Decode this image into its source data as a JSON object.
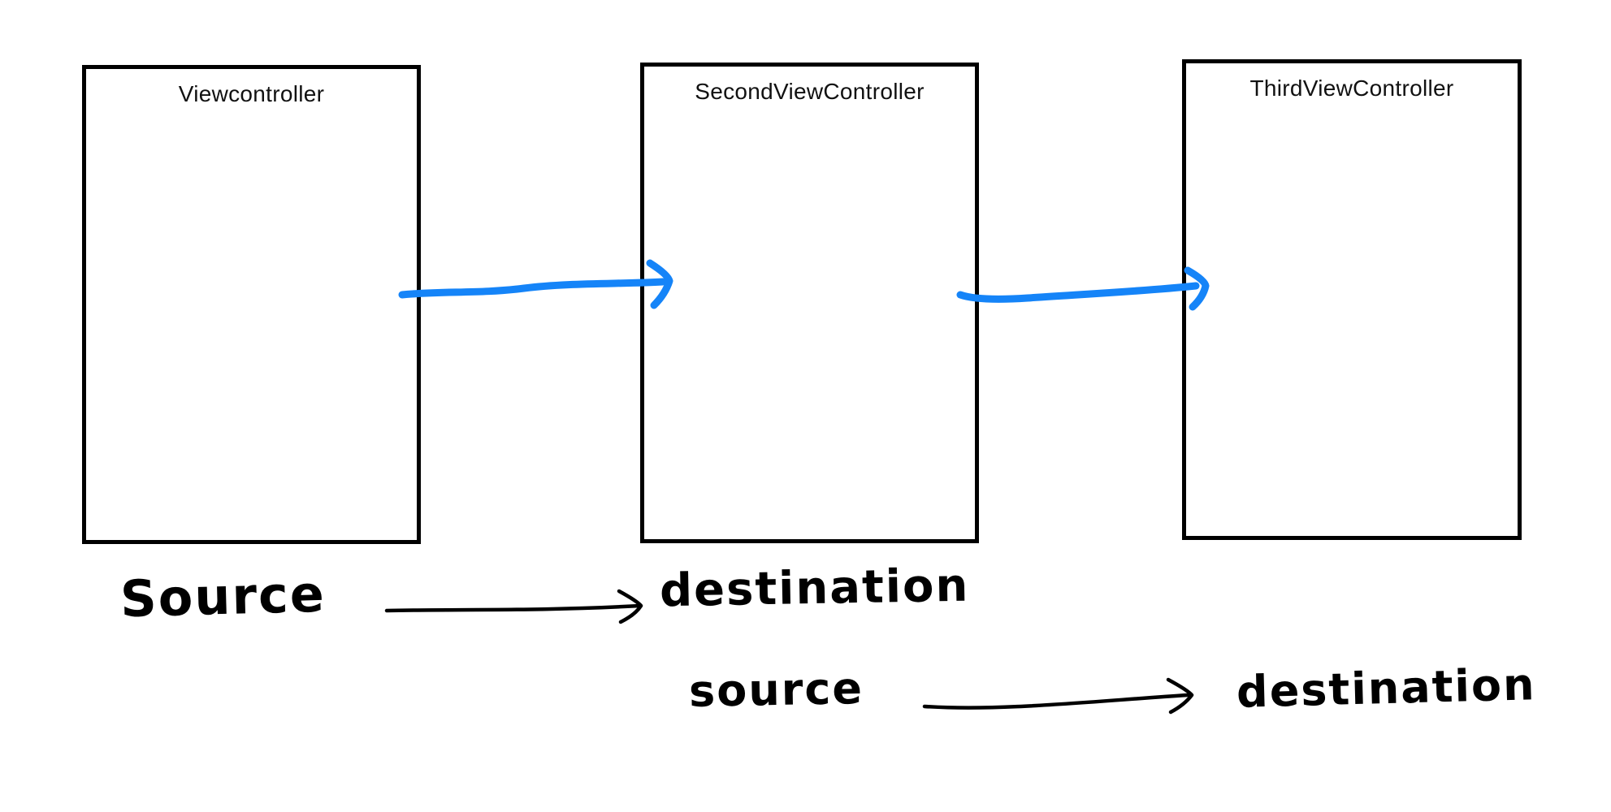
{
  "canvas": {
    "background": "#ffffff",
    "description": "Hand-drawn storyboard segue diagram with three view controller boxes"
  },
  "colors": {
    "segue_blue": "#1584f8",
    "ink": "#000000",
    "box_border": "#000000"
  },
  "boxes": [
    {
      "id": "view-controller",
      "label": "Viewcontroller"
    },
    {
      "id": "second-view-controller",
      "label": "SecondViewController"
    },
    {
      "id": "third-view-controller",
      "label": "ThirdViewController"
    }
  ],
  "segues": [
    {
      "from": "Viewcontroller",
      "to": "SecondViewController",
      "style": "blue-pen-arrow"
    },
    {
      "from": "SecondViewController",
      "to": "ThirdViewController",
      "style": "blue-pen-arrow"
    }
  ],
  "rows": [
    {
      "source_label": "Source",
      "destination_label": "destination",
      "arrow": "black-pen-arrow"
    },
    {
      "source_label": "source",
      "destination_label": "destination",
      "arrow": "black-pen-arrow"
    }
  ]
}
